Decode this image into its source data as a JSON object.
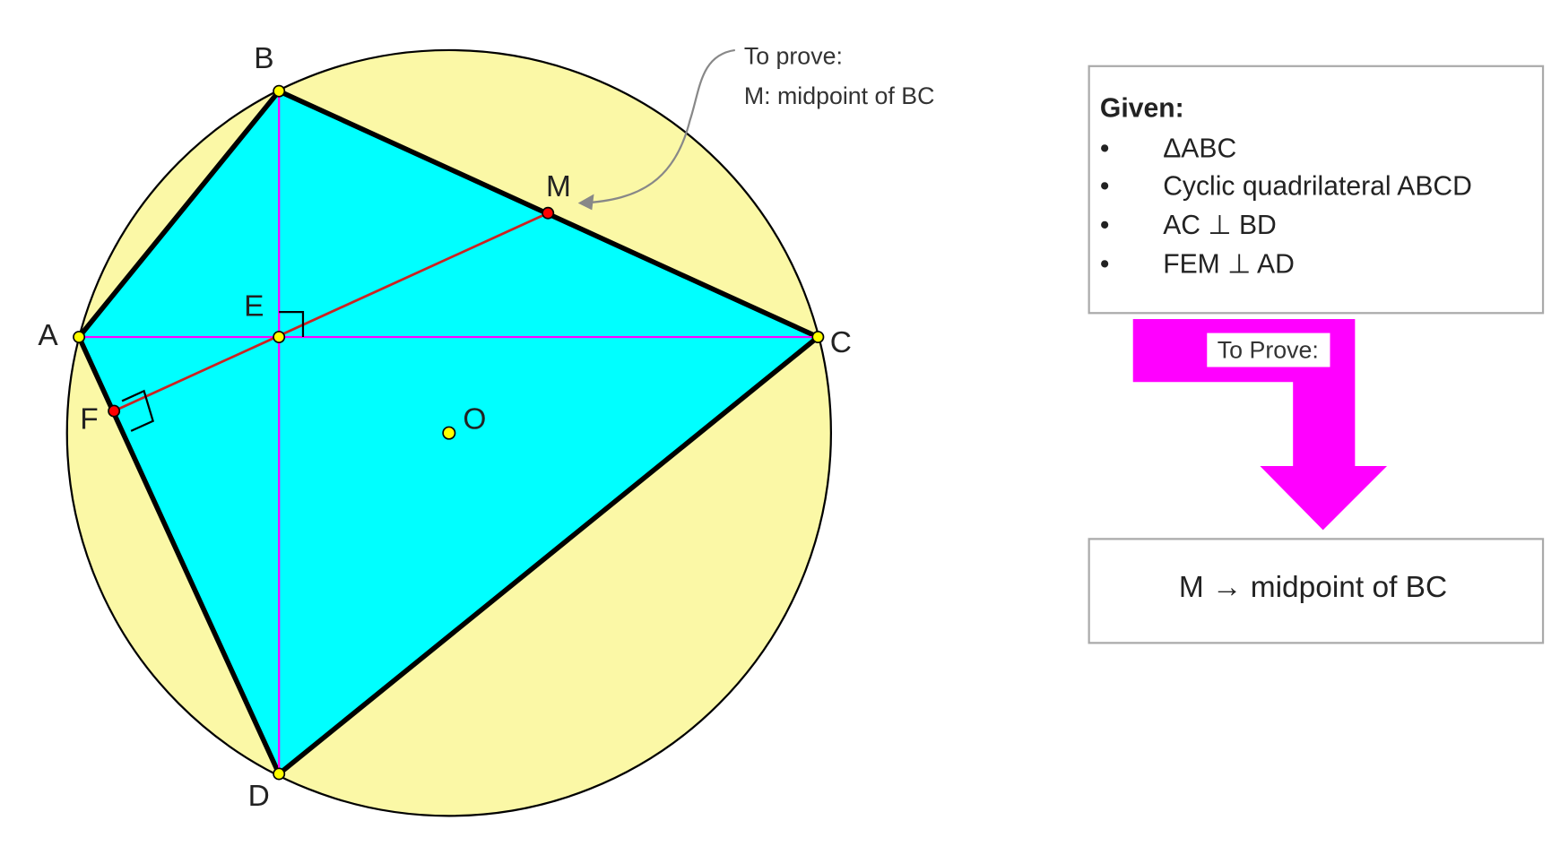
{
  "diagram": {
    "points": {
      "A": "A",
      "B": "B",
      "C": "C",
      "D": "D",
      "E": "E",
      "F": "F",
      "M": "M",
      "O": "O"
    },
    "annotation": {
      "line1": "To prove:",
      "line2": "M: midpoint of BC"
    }
  },
  "given": {
    "title": "Given:",
    "items": [
      "ΔABC",
      "Cyclic quadrilateral ABCD",
      "AC ⊥ BD",
      "FEM ⊥ AD"
    ],
    "bullet": "•"
  },
  "arrow_label": "To Prove:",
  "result": "M → midpoint of BC",
  "colors": {
    "circle": "#fbf8a6",
    "quad": "#00ffff",
    "diagonal": "#ff00ff",
    "line_fem": "#cc2222",
    "arrow": "#ff00ff"
  }
}
